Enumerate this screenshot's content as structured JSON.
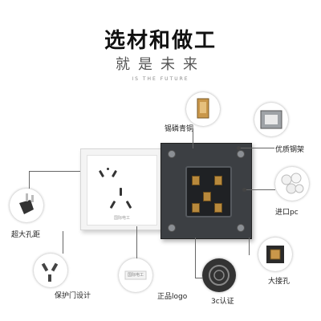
{
  "header": {
    "title": "选材和做工",
    "subtitle": "就是未来",
    "tagline": "IS THE FUTURE"
  },
  "features": {
    "tin_bronze": "锡磷青铜",
    "steel_frame": "优质钢架",
    "pc_import": "进口pc",
    "large_terminal": "大接孔",
    "large_spacing": "超大孔距",
    "shutter": "保护门设计",
    "genuine_logo": "正品logo",
    "certification": "3c认证"
  },
  "product": {
    "front_brand": "国际电工",
    "logo_brand": "国际电工"
  },
  "colors": {
    "panel": "#f4f4f4",
    "back": "#3c3f43",
    "copper": "#c9974a"
  }
}
